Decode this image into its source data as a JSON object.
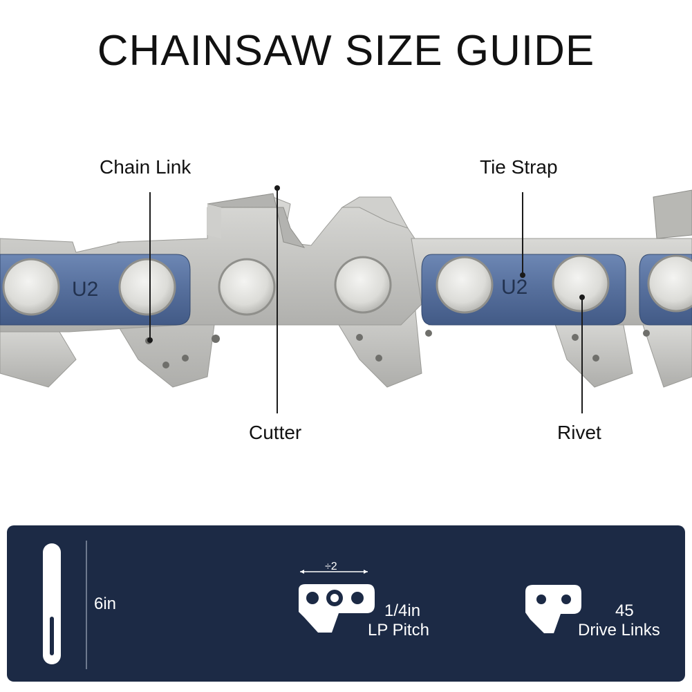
{
  "title": "CHAINSAW SIZE GUIDE",
  "labels": {
    "chain_link": "Chain Link",
    "tie_strap": "Tie Strap",
    "cutter": "Cutter",
    "rivet": "Rivet"
  },
  "link_stamp": "U2",
  "specs": {
    "bar_length": "6in",
    "pitch_divider": "÷2",
    "pitch_value": "1/4in",
    "pitch_name": "LP Pitch",
    "drive_links_count": "45",
    "drive_links_name": "Drive Links"
  },
  "colors": {
    "panel": "#1c2a45",
    "steel": "#c9c9c6",
    "tie_strap_blue": "#5a76a6",
    "rivet": "#e4e4e1"
  }
}
